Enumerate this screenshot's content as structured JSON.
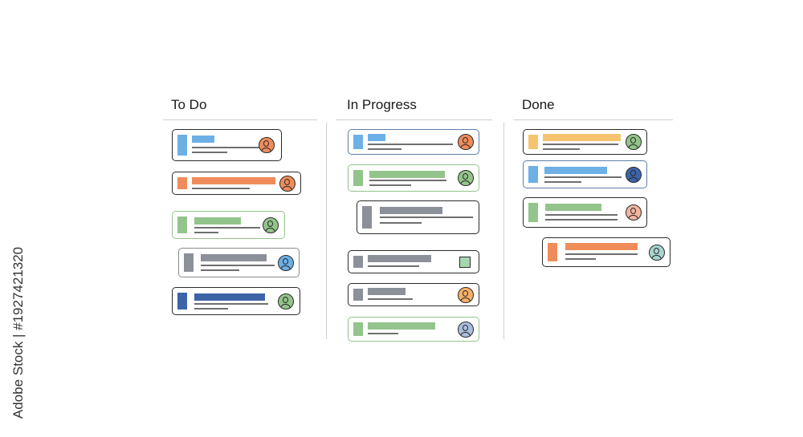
{
  "columns": [
    {
      "title": "To Do"
    },
    {
      "title": "In Progress"
    },
    {
      "title": "Done"
    }
  ],
  "watermark": "Adobe Stock | #1927421320",
  "colors": {
    "blue_light": "#6cb0e6",
    "blue_dark": "#3e64a8",
    "orange": "#f08c5a",
    "green": "#93c48b",
    "gray": "#8c9099",
    "yellow": "#f6c46e",
    "teal": "#a8d5cf",
    "border": "#2b2b2b"
  },
  "cards": {
    "todo": [
      {
        "accent": "blue_light",
        "avatar": "orange"
      },
      {
        "accent": "orange",
        "avatar": "orange"
      },
      {
        "accent": "green",
        "avatar": "green"
      },
      {
        "accent": "gray",
        "avatar": "blue_light"
      },
      {
        "accent": "blue_dark",
        "avatar": "green"
      }
    ],
    "in_progress": [
      {
        "accent": "blue_light",
        "avatar": "orange"
      },
      {
        "accent": "green",
        "avatar": "green"
      },
      {
        "accent": "gray",
        "avatar": "none"
      },
      {
        "accent": "gray",
        "avatar": "square"
      },
      {
        "accent": "gray",
        "avatar": "orange"
      },
      {
        "accent": "green",
        "avatar": "blue_light"
      }
    ],
    "done": [
      {
        "accent": "yellow",
        "avatar": "green"
      },
      {
        "accent": "blue_light",
        "avatar": "blue_dark"
      },
      {
        "accent": "green",
        "avatar": "orange"
      },
      {
        "accent": "orange",
        "avatar": "teal"
      }
    ]
  }
}
